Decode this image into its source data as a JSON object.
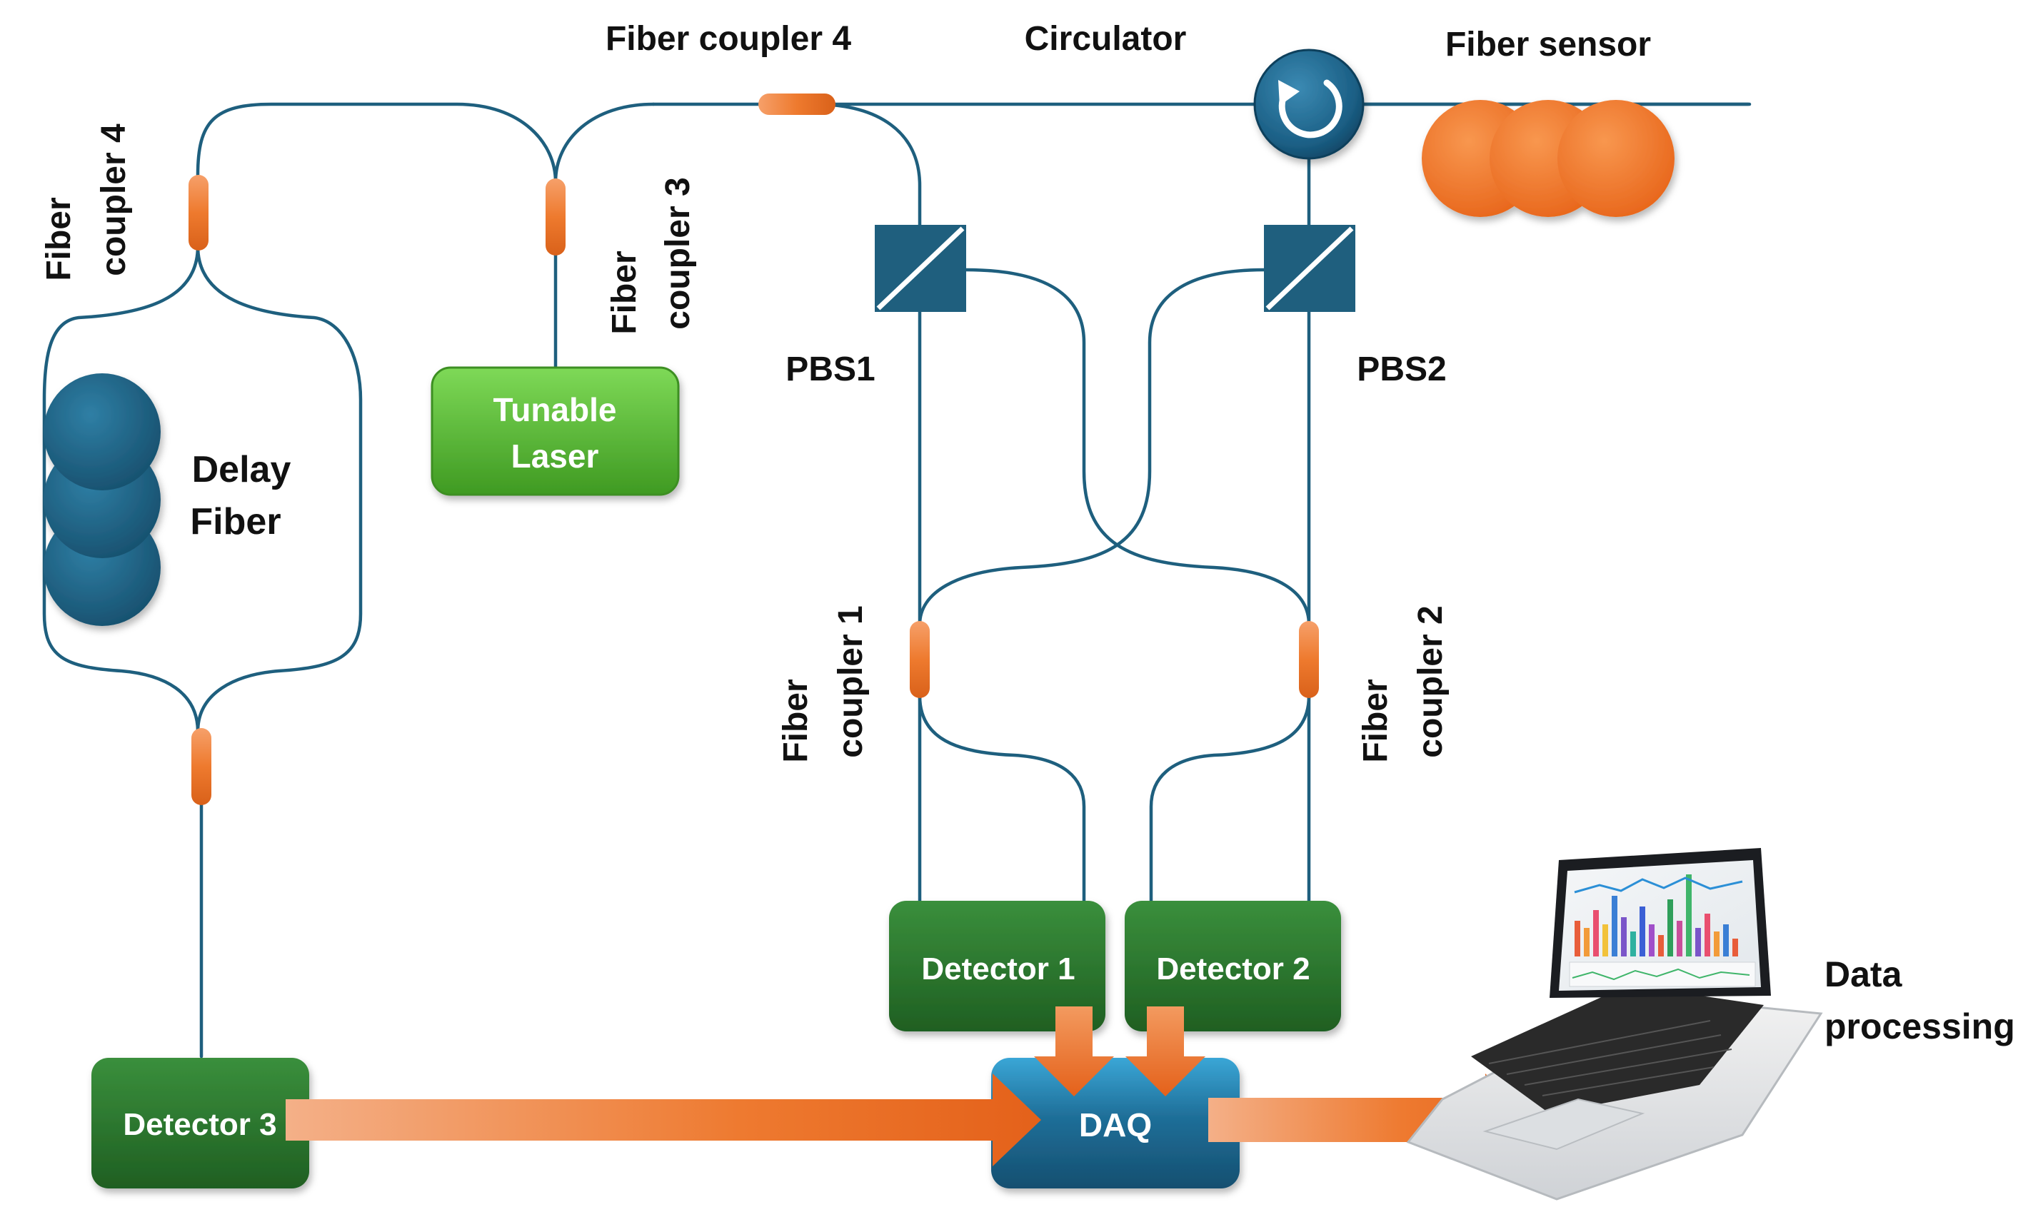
{
  "labels": {
    "fiber_coupler_4_top": "Fiber coupler 4",
    "circulator": "Circulator",
    "fiber_sensor": "Fiber sensor",
    "fiber_coupler_4_left_line1": "Fiber",
    "fiber_coupler_4_left_line2": "coupler 4",
    "fiber_coupler_3_line1": "Fiber",
    "fiber_coupler_3_line2": "coupler 3",
    "pbs1": "PBS1",
    "pbs2": "PBS2",
    "delay_fiber_line1": "Delay",
    "delay_fiber_line2": "Fiber",
    "fiber_coupler_1_line1": "Fiber",
    "fiber_coupler_1_line2": "coupler 1",
    "fiber_coupler_2_line1": "Fiber",
    "fiber_coupler_2_line2": "coupler 2",
    "data_processing_line1": "Data",
    "data_processing_line2": "processing"
  },
  "boxes": {
    "tunable_laser_line1": "Tunable",
    "tunable_laser_line2": "Laser",
    "detector_1": "Detector 1",
    "detector_2": "Detector 2",
    "detector_3": "Detector 3",
    "daq": "DAQ"
  },
  "colors": {
    "fiber": "#1e5f7e",
    "coupler": "#ee7a2e",
    "laser_box": "#5bb734",
    "detector_box": "#2c7a2e",
    "daq_box": "#1f6f99",
    "arrow": "#ec6a22"
  }
}
